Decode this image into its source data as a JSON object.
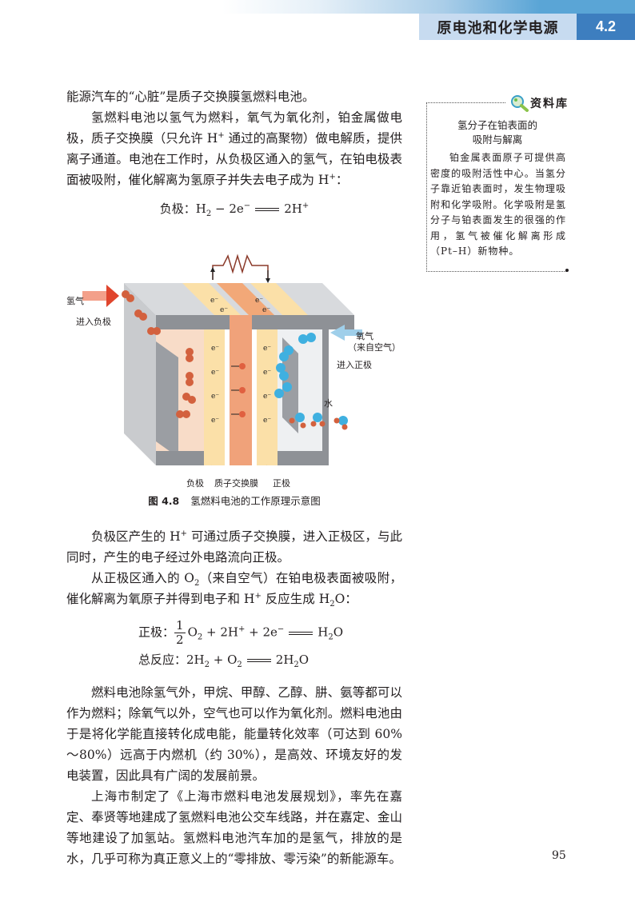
{
  "header": {
    "chapter_title": "原电池和化学电源",
    "section_number": "4.2",
    "accent_color": "#3d7ebf",
    "title_bg_color": "#c7dbf0"
  },
  "main": {
    "para1": "能源汽车的“心脏”是质子交换膜氢燃料电池。",
    "para2_a": "氢燃料电池以氢气为燃料，氧气为氧化剂，铂金属做电极，质子交换膜（只允许 H",
    "para2_sup": "+",
    "para2_b": " 通过的高聚物）做电解质，提供离子通道。电池在工作时，从负极区通入的氢气，在铂电极表面被吸附，催化解离为氢原子并失去电子成为 H",
    "para2_sup2": "+",
    "para2_end": "：",
    "eq_anode": {
      "label": "负极：",
      "lhs": "H",
      "lhs_sub": "2",
      "minus": " − 2e",
      "e_sup": "−",
      "rhs": "2H",
      "rhs_sup": "+"
    },
    "figure": {
      "labels": {
        "hydrogen": "氢气",
        "enter_anode": "进入负极",
        "oxygen": "氧气",
        "from_air": "（来自空气）",
        "enter_cathode": "进入正极",
        "water": "水",
        "electron": "e⁻",
        "anode": "负极",
        "membrane": "质子交换膜",
        "cathode": "正极"
      },
      "caption_number": "图 4.8",
      "caption_text": "氢燃料电池的工作原理示意图"
    },
    "para3_a": "负极区产生的 H",
    "para3_sup": "+",
    "para3_b": " 可通过质子交换膜，进入正极区，与此同时，产生的电子经过外电路流向正极。",
    "para4_a": "从正极区通入的 O",
    "para4_sub": "2",
    "para4_b": "（来自空气）在铂电极表面被吸附，催化解离为氧原子并得到电子和 H",
    "para4_sup": "+",
    "para4_c": " 反应生成 H",
    "para4_sub2": "2",
    "para4_d": "O：",
    "eq_cathode": {
      "label": "正极：",
      "frac_n": "1",
      "frac_d": "2",
      "o2": "O",
      "o2_sub": "2",
      "plus1": " + 2H",
      "h_sup": "+",
      "plus2": " + 2e",
      "e_sup": "−",
      "rhs": "H",
      "rhs_sub": "2",
      "rhs_end": "O"
    },
    "eq_total": {
      "label": "总反应：",
      "a": "2H",
      "a_sub": "2",
      "b": " + O",
      "b_sub": "2",
      "rhs": "2H",
      "rhs_sub": "2",
      "rhs_end": "O"
    },
    "para5": "燃料电池除氢气外，甲烷、甲醇、乙醇、肼、氨等都可以作为燃料；除氧气以外，空气也可以作为氧化剂。燃料电池由于是将化学能直接转化成电能，能量转化效率（可达到 60%～80%）远高于内燃机（约 30%），是高效、环境友好的发电装置，因此具有广阔的发展前景。",
    "para6": "上海市制定了《上海市燃料电池发展规划》，率先在嘉定、奉贤等地建成了氢燃料电池公交车线路，并在嘉定、金山等地建设了加氢站。氢燃料电池汽车加的是氢气，排放的是水，几乎可称为真正意义上的“零排放、零污染”的新能源车。"
  },
  "sidebar": {
    "icon": "magnifier-icon",
    "heading": "资料库",
    "title_line1": "氢分子在铂表面的",
    "title_line2": "吸附与解离",
    "body": "铂金属表面原子可提供高密度的吸附活性中心。当氢分子靠近铂表面时，发生物理吸附和化学吸附。化学吸附是氢分子与铂表面发生的很强的作用，氢气被催化解离形成（Pt–H）新物种。"
  },
  "footer": {
    "page_number": "95"
  }
}
